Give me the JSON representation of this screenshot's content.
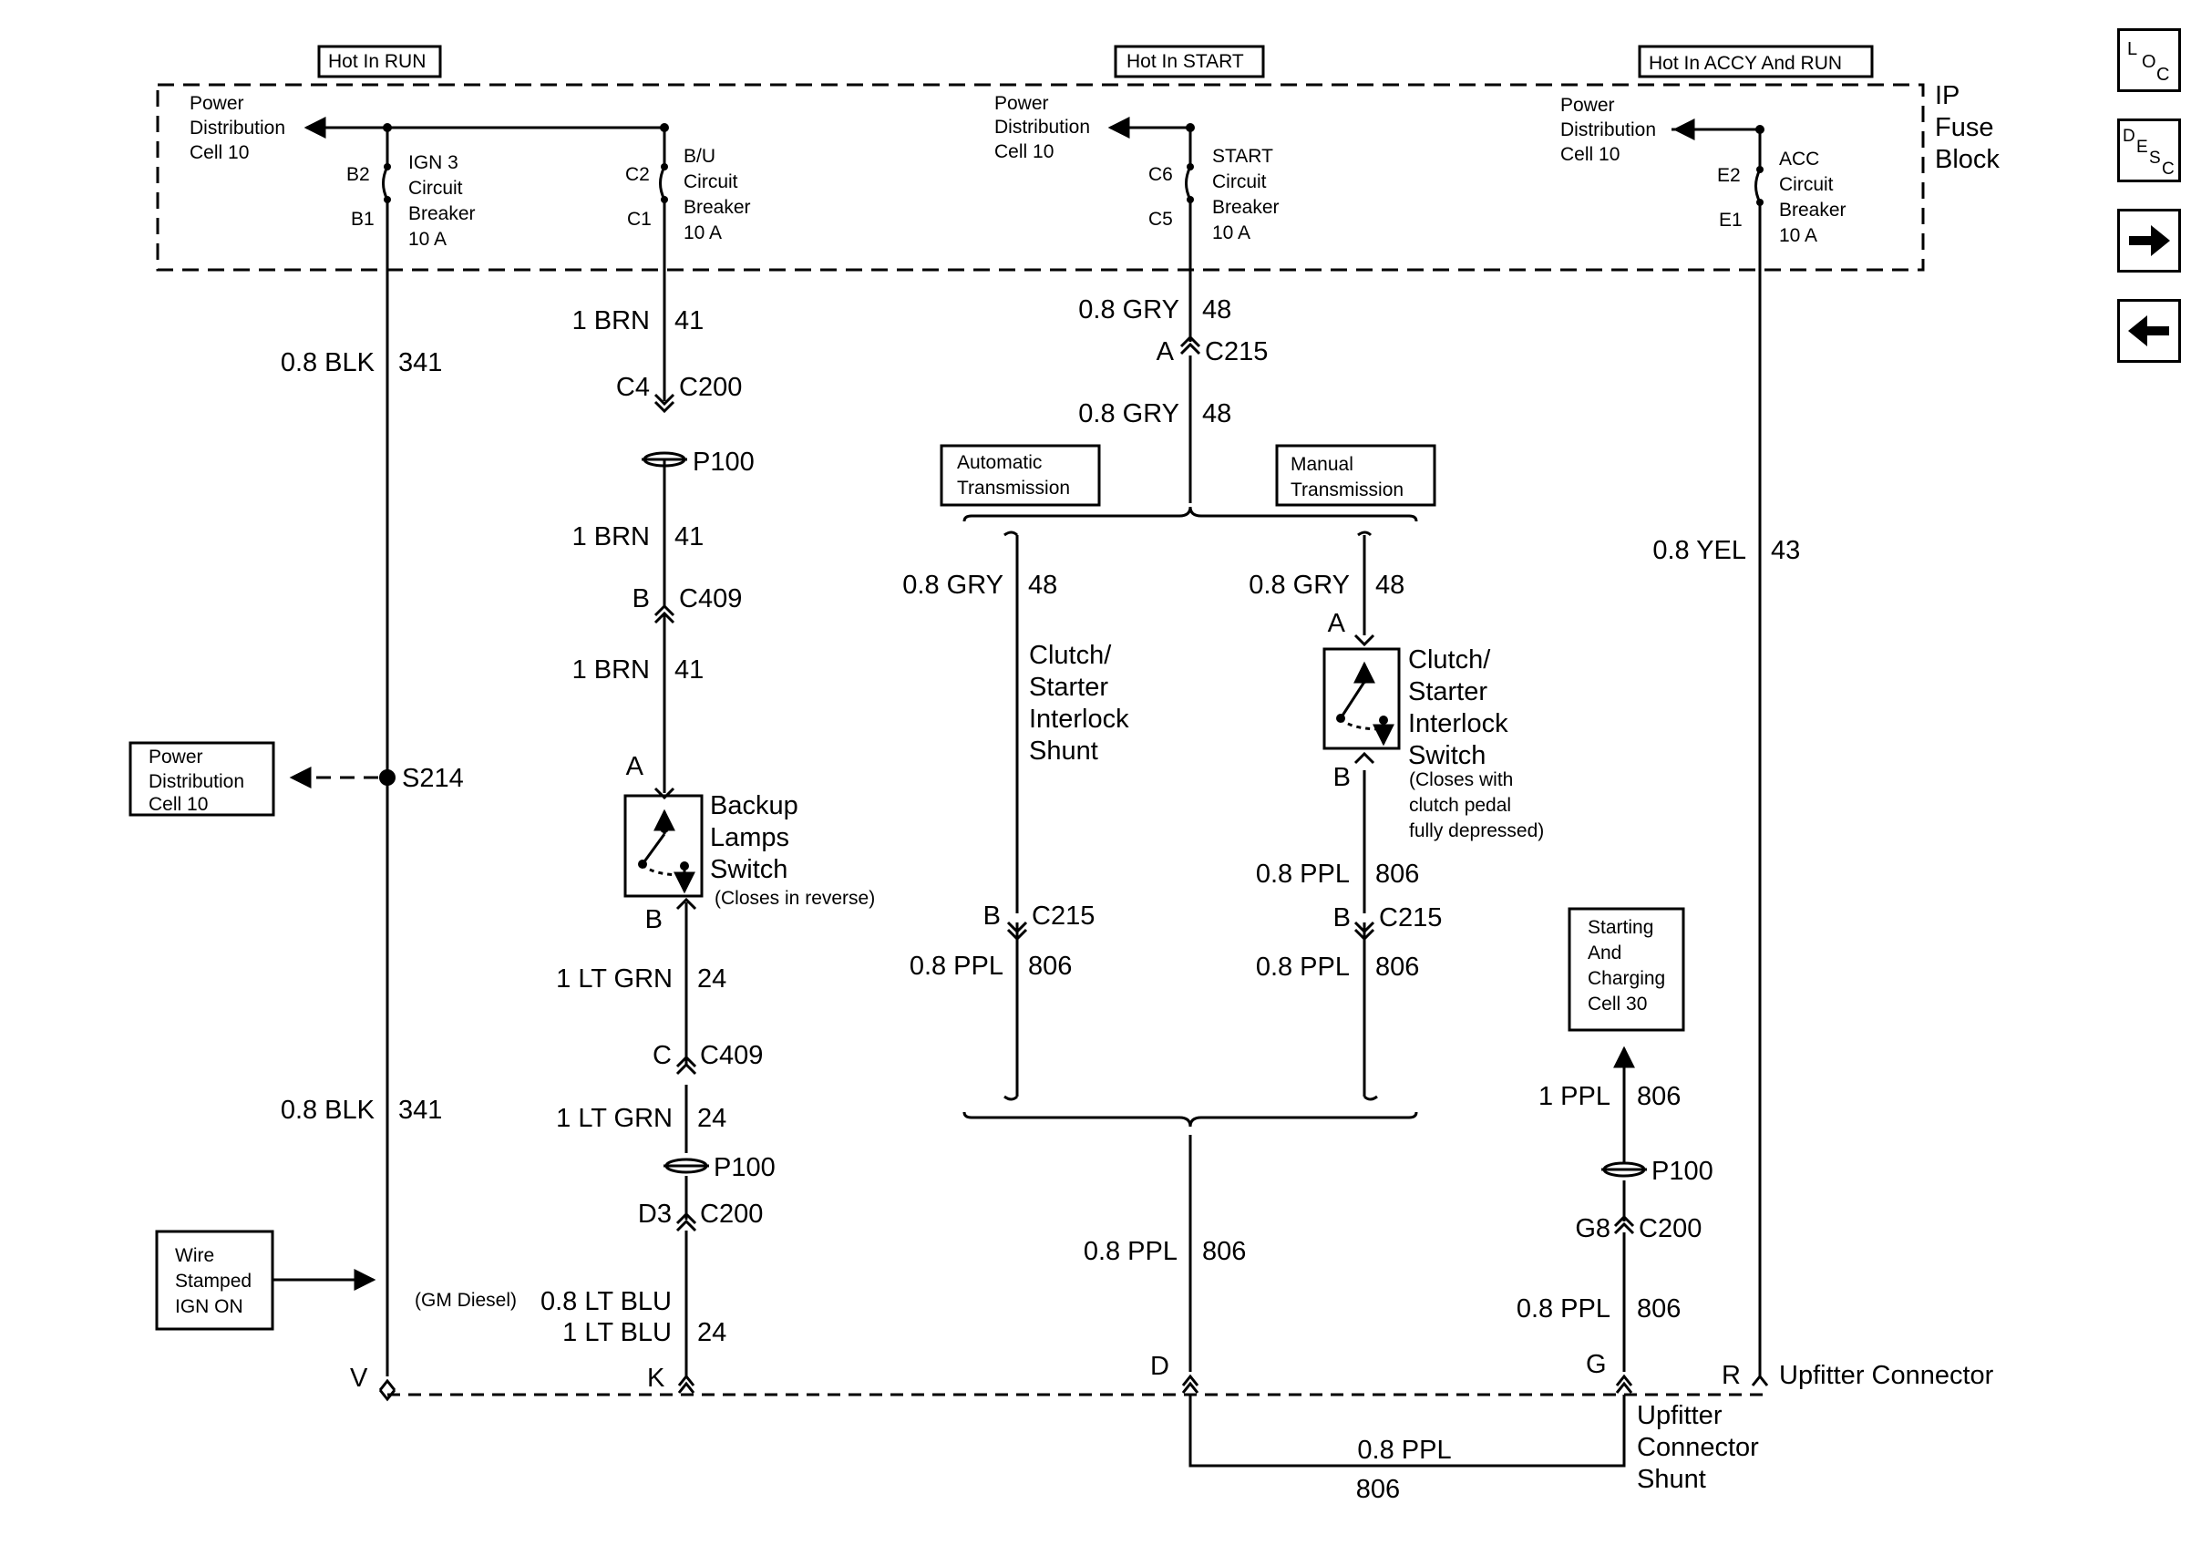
{
  "nav": {
    "loc_icon": "loc-icon",
    "desc_icon": "desc-icon",
    "next_icon": "arrow-right-icon",
    "prev_icon": "arrow-left-icon",
    "loc": [
      "L",
      "O",
      "C"
    ],
    "desc": [
      "D",
      "E",
      "S",
      "C"
    ]
  },
  "header": {
    "hot_run": "Hot In RUN",
    "hot_start": "Hot In START",
    "hot_accy": "Hot In ACCY And RUN",
    "ip_fuse_block": [
      "IP",
      "Fuse",
      "Block"
    ]
  },
  "fuse_block": {
    "power_dist_1": [
      "Power",
      "Distribution",
      "Cell 10"
    ],
    "power_dist_2": [
      "Power",
      "Distribution",
      "Cell 10"
    ],
    "power_dist_3": [
      "Power",
      "Distribution",
      "Cell 10"
    ],
    "ign3": {
      "top_pin": "B2",
      "bottom_pin": "B1",
      "label": [
        "IGN 3",
        "Circuit",
        "Breaker",
        "10 A"
      ]
    },
    "bu": {
      "top_pin": "C2",
      "bottom_pin": "C1",
      "label": [
        "B/U",
        "Circuit",
        "Breaker",
        "10 A"
      ]
    },
    "start": {
      "top_pin": "C6",
      "bottom_pin": "C5",
      "label": [
        "START",
        "Circuit",
        "Breaker",
        "10 A"
      ]
    },
    "acc": {
      "top_pin": "E2",
      "bottom_pin": "E1",
      "label": [
        "ACC",
        "Circuit",
        "Breaker",
        "10 A"
      ]
    }
  },
  "left_column": {
    "wire_top": {
      "size_color": "0.8 BLK",
      "circuit": "341"
    },
    "splice": "S214",
    "splice_box": [
      "Power",
      "Distribution",
      "Cell 10"
    ],
    "wire_bottom": {
      "size_color": "0.8 BLK",
      "circuit": "341"
    },
    "stamp_box": [
      "Wire",
      "Stamped",
      "IGN ON"
    ],
    "upfitter_pin": "V"
  },
  "backup_column": {
    "wire1": {
      "size_color": "1 BRN",
      "circuit": "41"
    },
    "conn1": {
      "pin": "C4",
      "name": "C200"
    },
    "ground1": "P100",
    "wire2": {
      "size_color": "1 BRN",
      "circuit": "41"
    },
    "conn2": {
      "pin": "B",
      "name": "C409"
    },
    "wire3": {
      "size_color": "1 BRN",
      "circuit": "41"
    },
    "switch_top_pin": "A",
    "switch_label": [
      "Backup",
      "Lamps",
      "Switch"
    ],
    "switch_note": "(Closes in reverse)",
    "switch_bottom_pin": "B",
    "wire4": {
      "size_color": "1 LT GRN",
      "circuit": "24"
    },
    "conn3": {
      "pin": "C",
      "name": "C409"
    },
    "wire5": {
      "size_color": "1 LT GRN",
      "circuit": "24"
    },
    "ground2": "P100",
    "conn4": {
      "pin": "D3",
      "name": "C200"
    },
    "diesel_note": "(GM Diesel)",
    "wire6_diesel": "0.8 LT BLU",
    "wire6": {
      "size_color": "1 LT BLU",
      "circuit": "24"
    },
    "upfitter_pin": "K"
  },
  "start_column": {
    "wire1": {
      "size_color": "0.8 GRY",
      "circuit": "48"
    },
    "conn1": {
      "pin": "A",
      "name": "C215"
    },
    "wire2": {
      "size_color": "0.8 GRY",
      "circuit": "48"
    },
    "auto_box": [
      "Automatic",
      "Transmission"
    ],
    "manual_box": [
      "Manual",
      "Transmission"
    ],
    "auto": {
      "wire": {
        "size_color": "0.8 GRY",
        "circuit": "48"
      },
      "shunt_label": [
        "Clutch/",
        "Starter",
        "Interlock",
        "Shunt"
      ],
      "conn": {
        "pin": "B",
        "name": "C215"
      },
      "wire_out": {
        "size_color": "0.8 PPL",
        "circuit": "806"
      }
    },
    "manual": {
      "wire": {
        "size_color": "0.8 GRY",
        "circuit": "48"
      },
      "switch_top_pin": "A",
      "switch_label": [
        "Clutch/",
        "Starter",
        "Interlock",
        "Switch"
      ],
      "switch_note": [
        "(Closes with",
        "clutch pedal",
        "fully depressed)"
      ],
      "switch_bottom_pin": "B",
      "wire_mid": {
        "size_color": "0.8 PPL",
        "circuit": "806"
      },
      "conn": {
        "pin": "B",
        "name": "C215"
      },
      "wire_out": {
        "size_color": "0.8 PPL",
        "circuit": "806"
      }
    },
    "merged_wire": {
      "size_color": "0.8 PPL",
      "circuit": "806"
    },
    "upfitter_pin": "D"
  },
  "right_column": {
    "starting_box": [
      "Starting",
      "And",
      "Charging",
      "Cell 30"
    ],
    "wire1": {
      "size_color": "1 PPL",
      "circuit": "806"
    },
    "ground": "P100",
    "conn": {
      "pin": "G8",
      "name": "C200"
    },
    "wire2": {
      "size_color": "0.8 PPL",
      "circuit": "806"
    },
    "upfitter_pin": "G",
    "acc_wire": {
      "size_color": "0.8 YEL",
      "circuit": "43"
    },
    "acc_pin": "R"
  },
  "upfitter": {
    "connector_label": "Upfitter Connector",
    "shunt_label": [
      "Upfitter",
      "Connector",
      "Shunt"
    ],
    "shunt_wire": {
      "size_color": "0.8 PPL",
      "circuit": "806"
    }
  }
}
